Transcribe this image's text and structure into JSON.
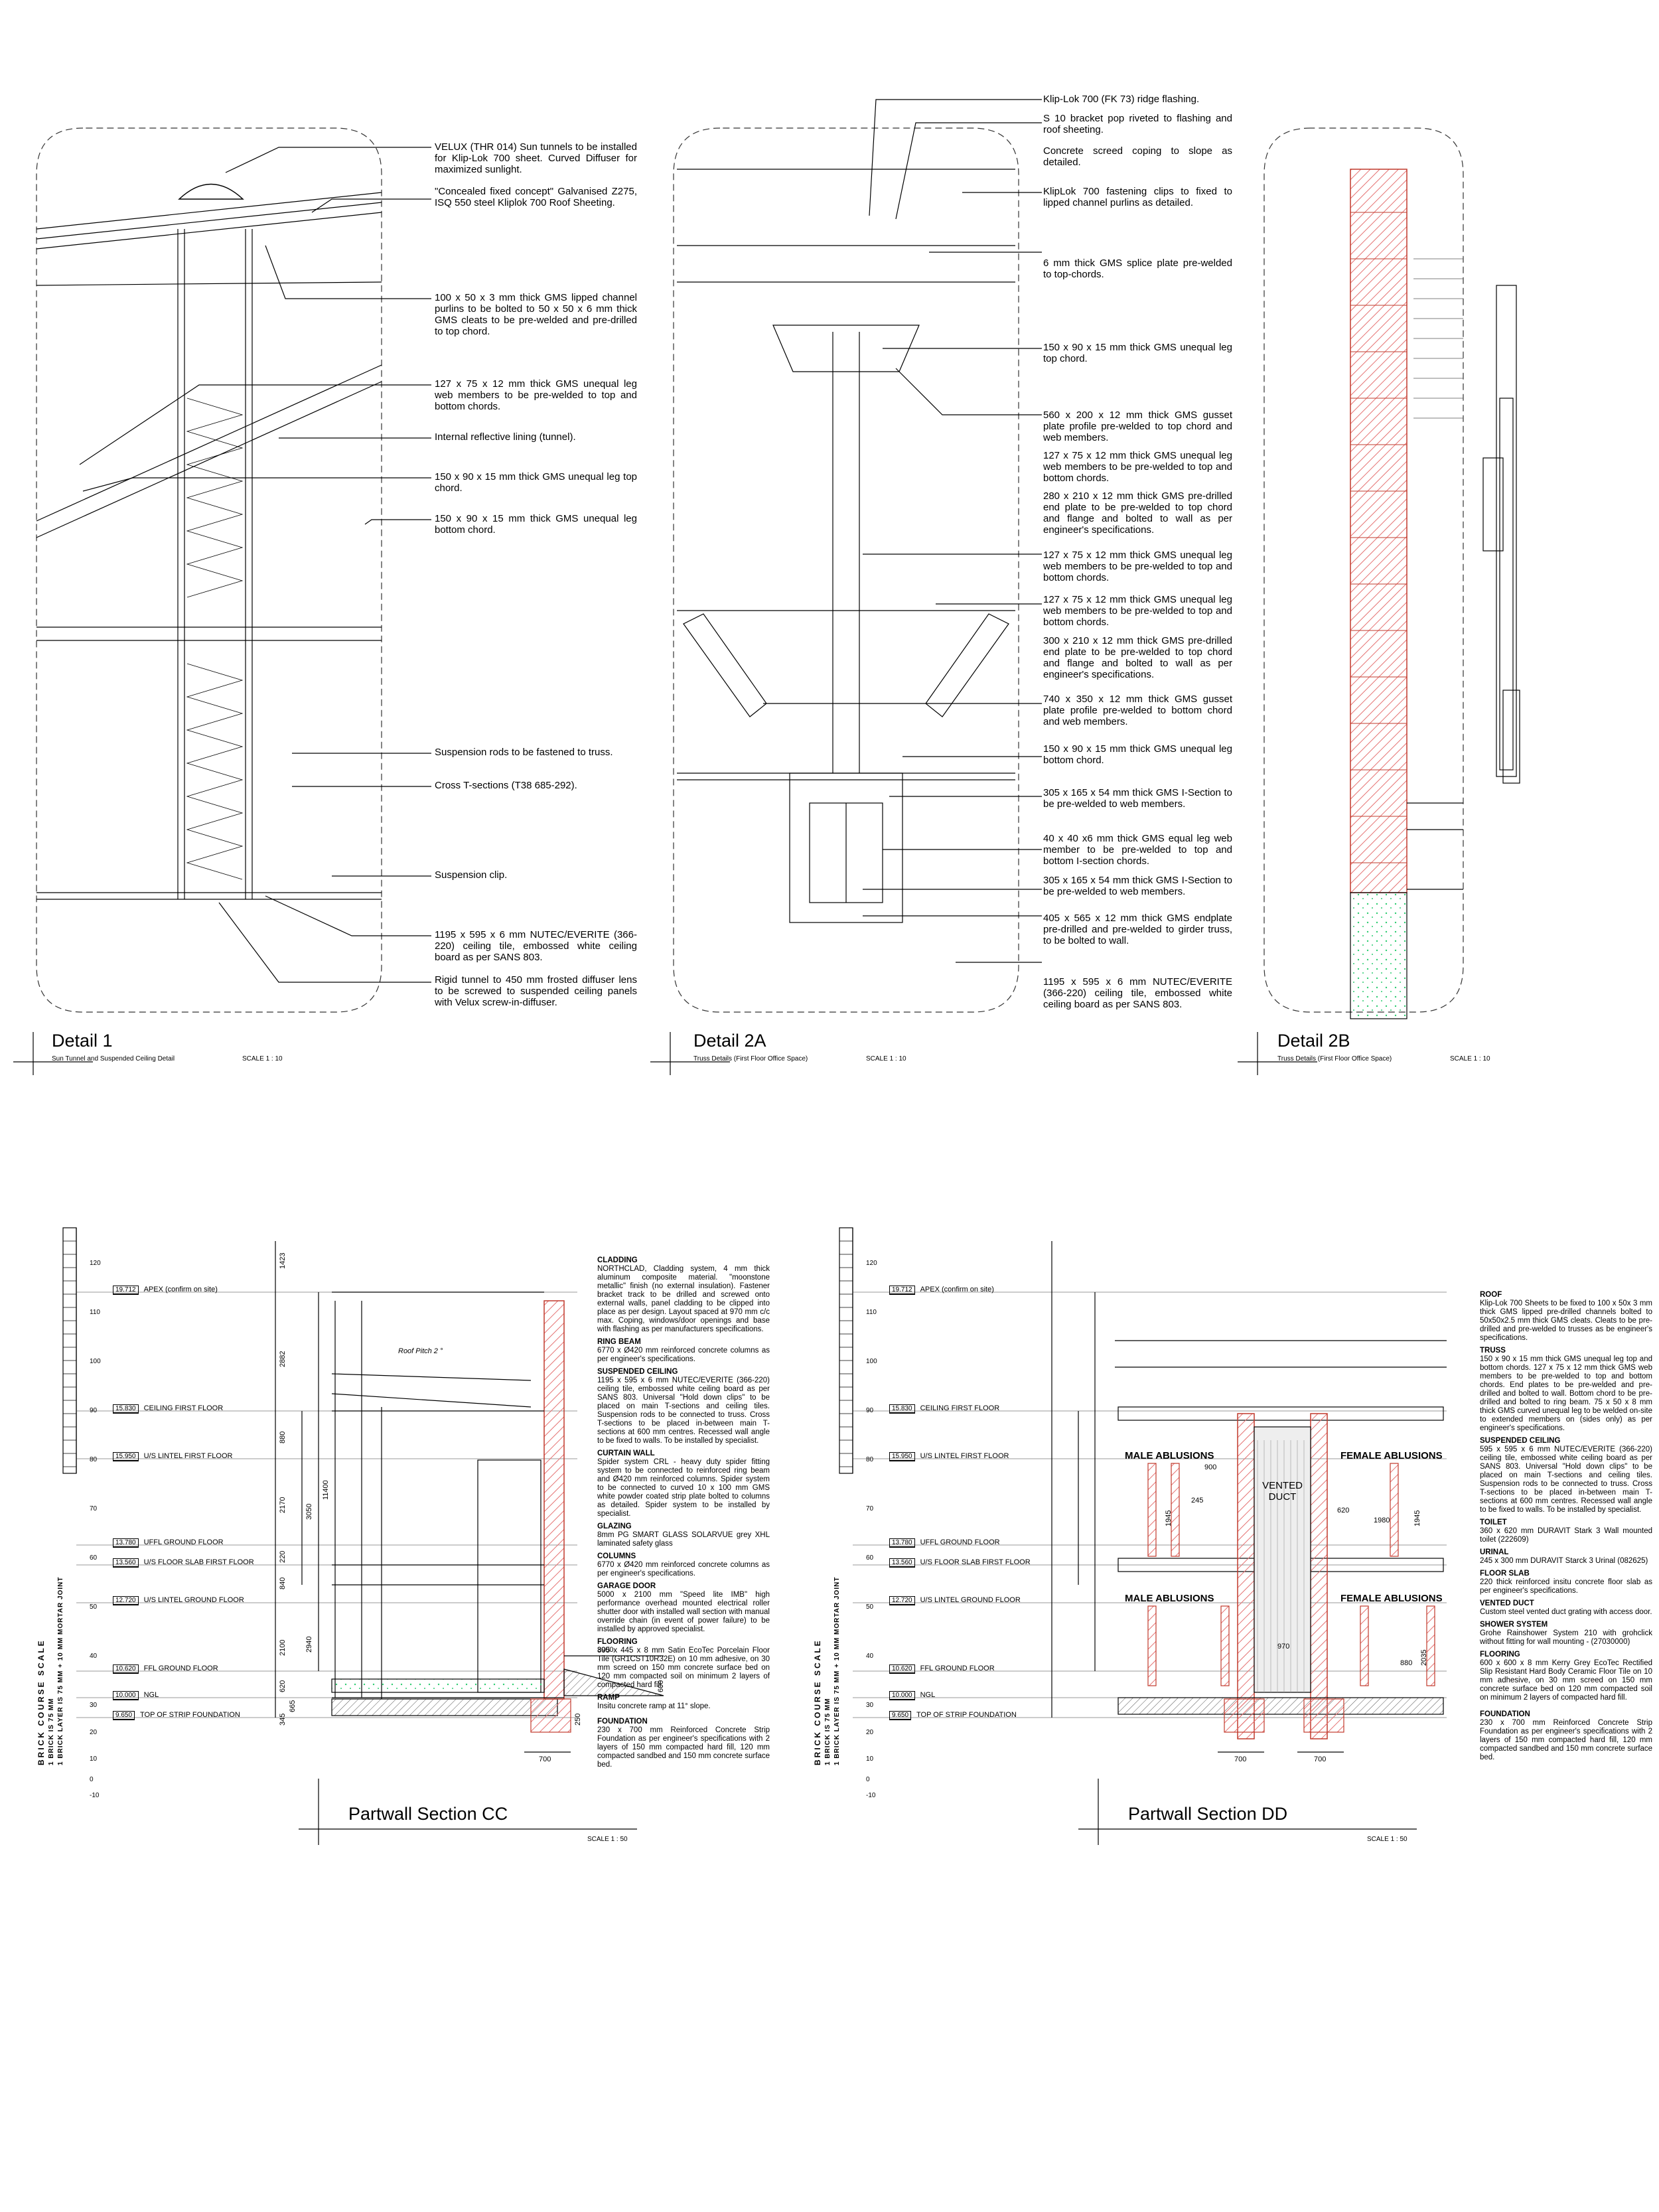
{
  "detail_1": {
    "title": "Detail 1",
    "subtitle": "Sun Tunnel and Suspended Ceiling Detail",
    "scale": "SCALE 1 : 10",
    "notes": [
      "VELUX (THR 014) Sun tunnels to be installed for Klip-Lok 700 sheet. Curved Diffuser for maximized sunlight.",
      "\"Concealed fixed concept\" Galvanised Z275, ISQ 550 steel Kliplok 700 Roof Sheeting.",
      "100 x 50 x 3 mm thick GMS lipped channel purlins to be bolted to 50 x 50 x 6 mm thick GMS cleats to be pre-welded and pre-drilled to top chord.",
      "127 x 75 x 12 mm thick GMS unequal leg web members to be pre-welded to top and bottom chords.",
      "Internal reflective lining (tunnel).",
      "150 x 90 x 15 mm thick GMS unequal leg top chord.",
      "150 x 90 x 15 mm thick GMS unequal leg bottom chord.",
      "Suspension rods to be fastened to truss.",
      "Cross T-sections (T38 685-292).",
      "Suspension clip.",
      "1195 x 595 x 6 mm NUTEC/EVERITE (366-220) ceiling tile, embossed white ceiling board as per SANS 803.",
      "Rigid tunnel to 450 mm frosted diffuser lens to be screwed to suspended ceiling panels with Velux screw-in-diffuser."
    ]
  },
  "detail_2a": {
    "title": "Detail 2A",
    "subtitle": "Truss Details (First Floor Office Space)",
    "scale": "SCALE 1 : 10",
    "notes": [
      "Klip-Lok 700 (FK 73) ridge flashing.",
      "S 10 bracket pop riveted to flashing and roof sheeting.",
      "Concrete screed coping to slope as detailed.",
      "KlipLok 700 fastening clips to fixed to lipped channel purlins as detailed.",
      "6 mm thick GMS splice plate pre-welded to top-chords.",
      "150 x 90 x 15 mm thick GMS unequal leg top chord.",
      "560 x 200 x 12 mm thick GMS gusset plate profile pre-welded to top chord and web members.",
      "127 x 75 x 12 mm thick GMS unequal leg web members to be pre-welded to top and bottom chords.",
      "280 x 210 x 12 mm thick GMS pre-drilled end plate to be pre-welded to top chord and flange and bolted to wall as per engineer's specifications.",
      "127 x 75 x 12 mm thick GMS unequal leg web members to be pre-welded to top and bottom chords.",
      "127 x 75 x 12 mm thick GMS unequal leg web members to be pre-welded to top and bottom chords.",
      "300 x 210 x 12 mm thick GMS pre-drilled end plate to be pre-welded to top chord and flange and bolted to wall as per engineer's specifications.",
      "740 x 350 x 12 mm thick GMS gusset plate profile pre-welded to bottom chord and web members.",
      "150 x 90 x 15 mm thick GMS unequal leg bottom chord.",
      "305 x 165 x 54 mm thick GMS I-Section to be pre-welded to web members.",
      "40 x 40 x6 mm thick GMS equal leg web member to be pre-welded to top and bottom I-section chords.",
      "305 x 165 x 54 mm thick GMS I-Section to be pre-welded to web members.",
      "405 x 565 x 12 mm thick GMS endplate pre-drilled and pre-welded to girder truss, to be bolted to wall.",
      "1195 x 595 x 6 mm NUTEC/EVERITE (366-220) ceiling tile, embossed white ceiling board as per SANS 803."
    ]
  },
  "detail_2b": {
    "title": "Detail 2B",
    "subtitle": "Truss Details (First Floor Office Space)",
    "scale": "SCALE 1 : 10"
  },
  "section_cc": {
    "title": "Partwall Section CC",
    "scale": "SCALE 1 : 50",
    "scale_label": "BRICK COURSE SCALE",
    "scale_sub1": "1 BRICK IS 75 MM",
    "scale_sub2": "1 BRICK LAYER IS 75 MM + 10 MM MORTAR JOINT",
    "levels": [
      {
        "value": "19.712",
        "label": "APEX (confirm on site)"
      },
      {
        "value": "15.830",
        "label": "CEILING FIRST FLOOR"
      },
      {
        "value": "15.950",
        "label": "U/S LINTEL FIRST FLOOR"
      },
      {
        "value": "13.780",
        "label": "UFFL GROUND FLOOR"
      },
      {
        "value": "13.560",
        "label": "U/S FLOOR SLAB FIRST FLOOR"
      },
      {
        "value": "12.720",
        "label": "U/S LINTEL GROUND FLOOR"
      },
      {
        "value": "10.620",
        "label": "FFL GROUND FLOOR"
      },
      {
        "value": "10.000",
        "label": "NGL"
      },
      {
        "value": "9.650",
        "label": "TOP OF STRIP FOUNDATION"
      }
    ],
    "roof_pitch": "Roof Pitch 2 °",
    "dims": [
      "1423",
      "2882",
      "880",
      "2170",
      "3050",
      "11400",
      "220",
      "840",
      "2940",
      "2100",
      "620",
      "665",
      "345",
      "3000",
      "600",
      "700",
      "250"
    ],
    "notes": [
      {
        "head": "CLADDING",
        "body": "NORTHCLAD, Cladding system, 4 mm thick aluminum composite material. \"moonstone metallic\" finish (no external insulation). Fastener bracket track to be drilled and screwed onto external walls, panel cladding to be clipped into place as per design. Layout spaced at 970 mm c/c max. Coping, windows/door openings and base with flashing as per manufacturers specifications."
      },
      {
        "head": "RING BEAM",
        "body": "6770 x Ø420 mm reinforced concrete columns as per engineer's specifications."
      },
      {
        "head": "SUSPENDED CEILING",
        "body": "1195 x 595 x 6 mm NUTEC/EVERITE (366-220) ceiling tile, embossed white ceiling board as per SANS 803. Universal \"Hold down clips\" to be placed on main T-sections and ceiling tiles. Suspension rods to be connected to truss. Cross T-sections to be placed in-between main T-sections at 600 mm centres. Recessed wall angle to be fixed to walls. To be installed by specialist."
      },
      {
        "head": "CURTAIN WALL",
        "body": "Spider system CRL - heavy duty spider fitting system to be connected to reinforced ring beam and Ø420 mm reinforced columns. Spider system to be connected to curved 10 x 100 mm GMS white powder coated strip plate bolted to columns as detailed. Spider system to be installed by specialist."
      },
      {
        "head": "GLAZING",
        "body": "8mm PG SMART GLASS SOLARVUE grey XHL laminated safety glass"
      },
      {
        "head": "COLUMNS",
        "body": "6770 x Ø420 mm reinforced concrete columns as per engineer's specifications."
      },
      {
        "head": "GARAGE DOOR",
        "body": "5000 x 2100 mm \"Speed lite IMB\" high performance overhead mounted electrical roller shutter door with installed wall section with manual override chain (in event of power failure) to be installed by approved specialist."
      },
      {
        "head": "FLOORING",
        "body": "895 x 445 x 8 mm Satin EcoTec Porcelain Floor Tile (GR1CST10R32E) on 10 mm adhesive, on 30 mm screed on 150 mm concrete surface bed on 120 mm compacted soil on minimum 2 layers of compacted hard fill."
      },
      {
        "head": "RAMP",
        "body": "Insitu concrete ramp at 11° slope."
      },
      {
        "head": "FOUNDATION",
        "body": "230 x 700 mm Reinforced Concrete Strip Foundation as per engineer's specifications with 2 layers of 150 mm compacted hard fill, 120 mm compacted sandbed and 150 mm concrete surface bed."
      }
    ]
  },
  "section_dd": {
    "title": "Partwall Section DD",
    "scale": "SCALE 1 : 50",
    "scale_label": "BRICK COURSE SCALE",
    "scale_sub1": "1 BRICK IS 75 MM",
    "scale_sub2": "1 BRICK LAYER IS 75 MM + 10 MM MORTAR JOINT",
    "rooms": [
      "MALE ABLUSIONS",
      "FEMALE ABLUSIONS",
      "MALE ABLUSIONS",
      "FEMALE ABLUSIONS"
    ],
    "duct": "VENTED DUCT",
    "dims": [
      "900",
      "245",
      "1945",
      "620",
      "1980",
      "1945",
      "970",
      "2035",
      "880",
      "700",
      "700"
    ],
    "notes": [
      {
        "head": "ROOF",
        "body": "Klip-Lok 700 Sheets to be fixed to 100 x 50x 3 mm thick GMS lipped pre-drilled channels bolted to 50x50x2.5 mm thick GMS cleats. Cleats to be pre-drilled and pre-welded to trusses as be engineer's specifications."
      },
      {
        "head": "TRUSS",
        "body": "150 x 90 x 15 mm thick GMS unequal leg top and bottom chords. 127 x 75 x 12 mm thick GMS web members to be pre-welded to top and bottom chords. End plates to be pre-welded and pre-drilled and bolted to wall. Bottom chord to be pre-drilled and bolted to ring beam. 75 x 50 x 8 mm thick GMS curved unequal leg to be welded on-site to extended members on (sides only) as per engineer's specifications."
      },
      {
        "head": "SUSPENDED CEILING",
        "body": "595 x 595 x 6 mm NUTEC/EVERITE (366-220) ceiling tile, embossed white ceiling board as per SANS 803. Universal \"Hold down clips\" to be placed on main T-sections and ceiling tiles. Suspension rods to be connected to truss. Cross T-sections to be placed in-between main T-sections at 600 mm centres. Recessed wall angle to be fixed to walls. To be installed by specialist."
      },
      {
        "head": "TOILET",
        "body": "360 x 620 mm DURAVIT Stark 3 Wall mounted toilet (222609)"
      },
      {
        "head": "URINAL",
        "body": "245 x 300 mm DURAVIT Starck 3 Urinal (082625)"
      },
      {
        "head": "FLOOR SLAB",
        "body": "220 thick reinforced insitu concrete floor slab as per engineer's specifications."
      },
      {
        "head": "VENTED DUCT",
        "body": "Custom steel vented duct grating with access door."
      },
      {
        "head": "SHOWER SYSTEM",
        "body": "Grohe Rainshower System 210 with grohclick without fitting for wall mounting - (27030000)"
      },
      {
        "head": "FLOORING",
        "body": "600 x 600 x 8 mm Kerry Grey EcoTec Rectified Slip Resistant Hard Body Ceramic Floor Tile on 10 mm adhesive, on 30 mm screed on 150 mm concrete surface bed on 120 mm compacted soil on minimum 2 layers of compacted hard fill."
      },
      {
        "head": "FOUNDATION",
        "body": "230 x 700 mm Reinforced Concrete Strip Foundation as per engineer's specifications with 2 layers of 150 mm compacted hard fill, 120 mm compacted sandbed and 150 mm concrete surface bed."
      }
    ]
  },
  "colors": {
    "ink": "#000000",
    "brick": "#c0392b",
    "hatch": "#e57373",
    "fill_green": "#2ecc71",
    "paper": "#ffffff"
  },
  "scale_ticks": [
    "120",
    "110",
    "100",
    "90",
    "80",
    "70",
    "60",
    "50",
    "40",
    "30",
    "20",
    "10",
    "0",
    "-10"
  ]
}
